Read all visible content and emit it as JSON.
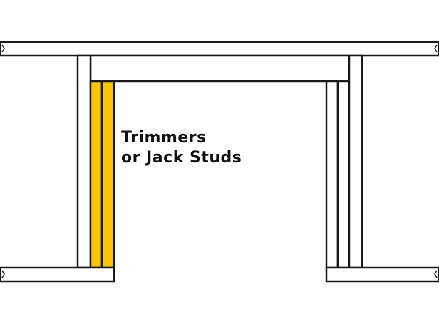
{
  "diagram": {
    "label_lines": [
      "Trimmers",
      "or Jack Studs"
    ],
    "highlighted_member": "left-jack-stud",
    "colors": {
      "highlight": "#f7c600",
      "outline": "#1a1a1a",
      "lumber": "#ffffff",
      "background": "#ffffff"
    }
  }
}
